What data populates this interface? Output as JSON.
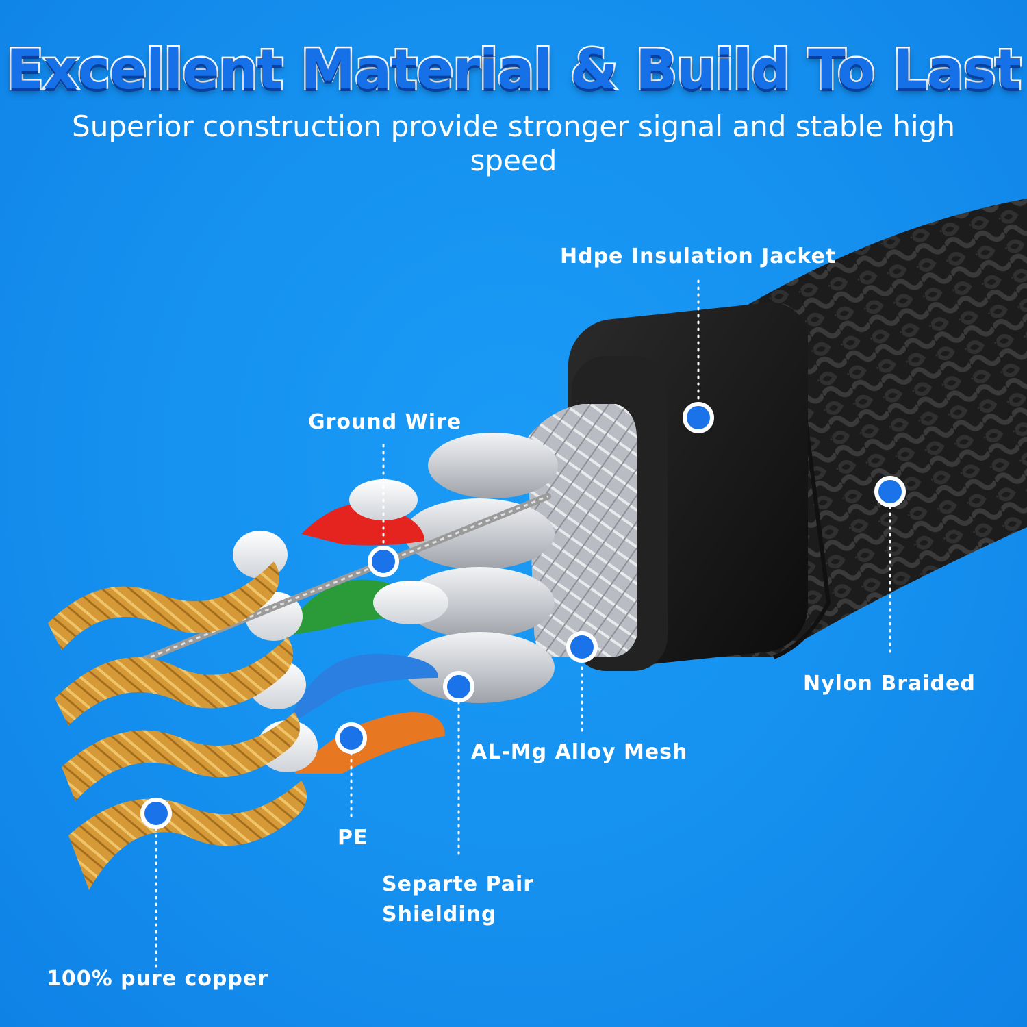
{
  "headline": "Excellent Material & Build To Last",
  "subheadline": "Superior construction provide stronger signal and stable high speed",
  "callouts": {
    "hdpe_jacket": "Hdpe Insulation Jacket",
    "ground_wire": "Ground Wire",
    "nylon_braided": "Nylon Braided",
    "al_mg_mesh": "AL-Mg Alloy Mesh",
    "pe": "PE",
    "pair_shielding": "Separte Pair Shielding",
    "copper": "100% pure copper"
  },
  "colors": {
    "background": "#1590ef",
    "headline_fill": "#1670e8",
    "copper": "#d9a23e",
    "jacket": "#1b1b1b",
    "marker": "#1a73e8"
  }
}
